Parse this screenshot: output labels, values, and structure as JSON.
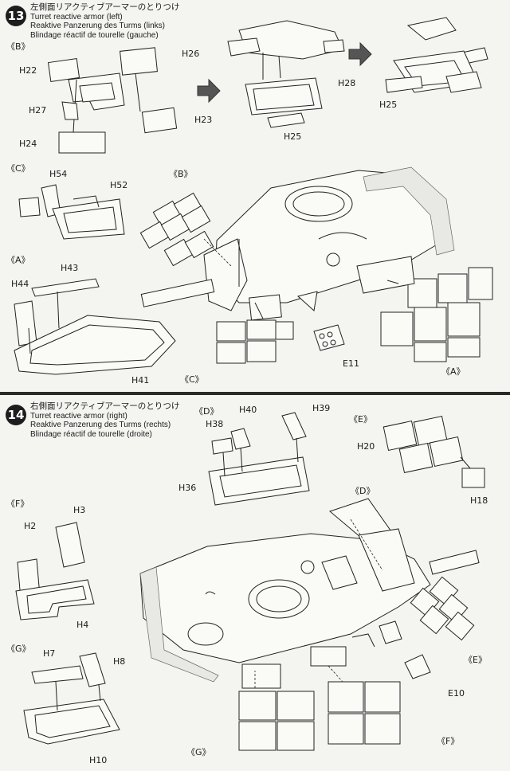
{
  "steps": [
    {
      "number": "13",
      "title_jp": "左側面リアクティブアーマーのとりつけ",
      "title_en": "Turret reactive armor (left)",
      "title_de": "Reaktive Panzerung des Turms (links)",
      "title_fr": "Blindage réactif de tourelle (gauche)",
      "groups": [
        "《B》",
        "《C》",
        "《A》",
        "《B》",
        "《C》",
        "《A》"
      ],
      "parts": [
        "H22",
        "H26",
        "H27",
        "H23",
        "H24",
        "H28",
        "H25",
        "H25",
        "H54",
        "H52",
        "H43",
        "H44",
        "H41",
        "E11"
      ]
    },
    {
      "number": "14",
      "title_jp": "右側面リアクティブアーマーのとりつけ",
      "title_en": "Turret reactive armor (right)",
      "title_de": "Reaktive Panzerung des Turms (rechts)",
      "title_fr": "Blindage réactif de tourelle (droite)",
      "groups": [
        "《D》",
        "《E》",
        "《F》",
        "《G》",
        "《D》",
        "《E》",
        "《G》",
        "《F》"
      ],
      "parts": [
        "H40",
        "H39",
        "H38",
        "H36",
        "H20",
        "H18",
        "H3",
        "H2",
        "H4",
        "H7",
        "H8",
        "H10",
        "E10"
      ]
    }
  ]
}
